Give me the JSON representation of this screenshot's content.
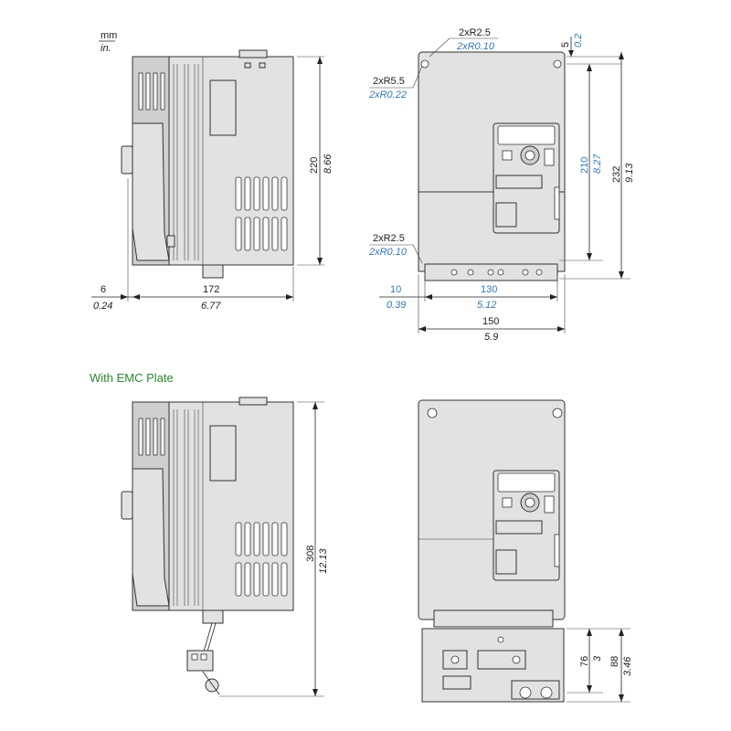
{
  "units": {
    "mm": "mm",
    "in": "in."
  },
  "section_title": "With EMC Plate",
  "side_view": {
    "height_mm": "220",
    "height_in": "8.66",
    "depth_mm": "172",
    "depth_in": "6.77",
    "offset_mm": "6",
    "offset_in": "0.24"
  },
  "front_view": {
    "radius_top_mm": "2xR2.5",
    "radius_top_in": "2xR0.10",
    "radius_mid_mm": "2xR5.5",
    "radius_mid_in": "2xR0.22",
    "radius_bot_mm": "2xR2.5",
    "radius_bot_in": "2xR0.10",
    "top_gap_mm": "5",
    "top_gap_in": "0.2",
    "hole_height_mm": "210",
    "hole_height_in": "8.27",
    "total_height_mm": "232",
    "total_height_in": "9.13",
    "hole_pitch_mm": "130",
    "hole_pitch_in": "5.12",
    "margin_mm": "10",
    "margin_in": "0.39",
    "width_mm": "150",
    "width_in": "5.9"
  },
  "emc_side_view": {
    "height_mm": "308",
    "height_in": "12.13"
  },
  "emc_front_view": {
    "plate_mm": "76",
    "plate_in": "3",
    "plate_total_mm": "88",
    "plate_total_in": "3.46"
  }
}
